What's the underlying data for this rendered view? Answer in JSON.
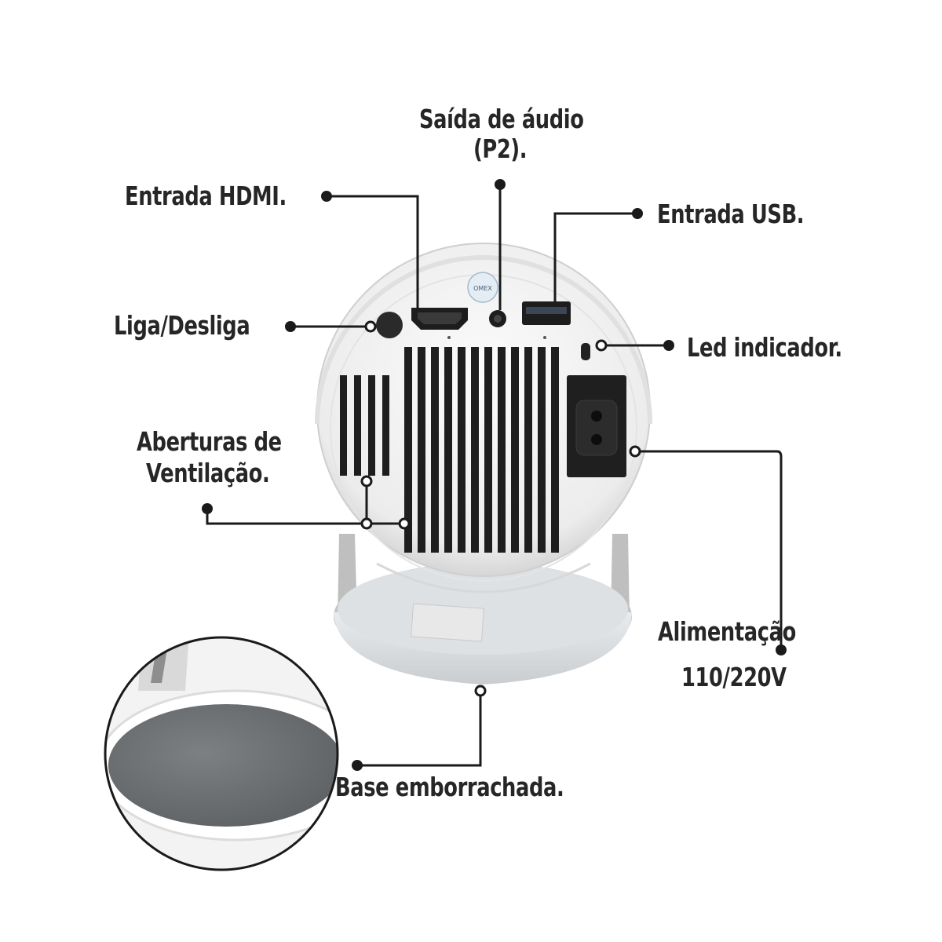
{
  "labels": {
    "audio_line1": "Saída de áudio",
    "audio_line2": "(P2).",
    "hdmi": "Entrada HDMI.",
    "usb": "Entrada USB.",
    "power_button": "Liga/Desliga",
    "led": "Led indicador.",
    "vents_line1": "Aberturas de",
    "vents_line2": "Ventilação.",
    "power_line1": "Alimentação",
    "power_line2": "110/220V",
    "base": "Base emborrachada."
  },
  "device": {
    "badge_text": "OMEX"
  },
  "colors": {
    "text": "#262626",
    "line": "#1a1a1a",
    "body": "#f2f2f2",
    "vent": "#1e1e1e",
    "base_rubber": "#6f7273"
  }
}
